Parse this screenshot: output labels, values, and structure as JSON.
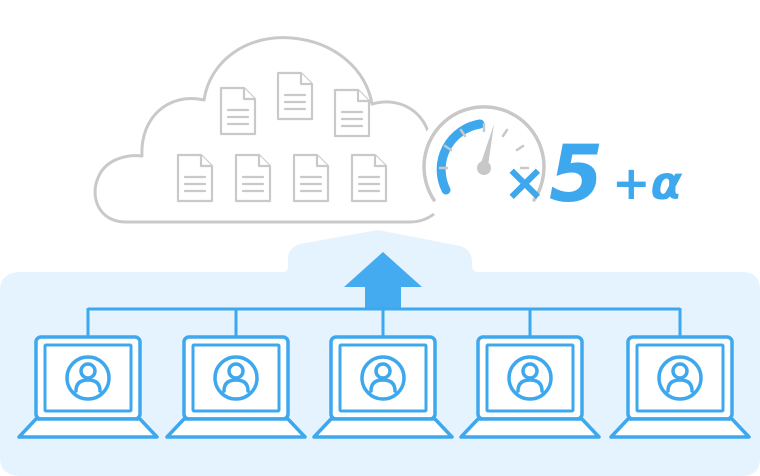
{
  "diagram": {
    "speed_label": {
      "times": "×",
      "multiplier": "5",
      "plus_alpha": "+α"
    },
    "client_count": 5,
    "file_count": 7,
    "colors": {
      "accent": "#3ea8ee",
      "panel_fill": "#e4f3fd",
      "cloud_stroke": "#c9c9c9",
      "arrow_fill": "#44abf0",
      "gauge_gray": "#c8c8c8"
    },
    "icons": [
      "cloud-icon",
      "document-icon",
      "speedometer-icon",
      "up-arrow-icon",
      "laptop-icon",
      "user-icon"
    ]
  }
}
